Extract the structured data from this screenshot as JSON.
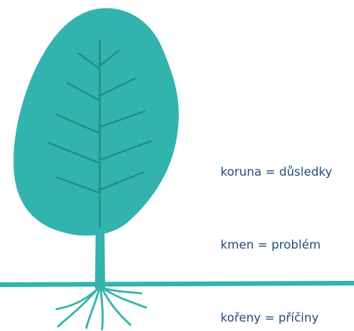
{
  "labels": {
    "crown": "koruna = důsledky",
    "trunk": "kmen = problém",
    "roots": "kořeny = příčiny"
  },
  "colors": {
    "tree": "#33b3ae",
    "branch": "#1e8f8a",
    "text": "#1f4a7a"
  }
}
